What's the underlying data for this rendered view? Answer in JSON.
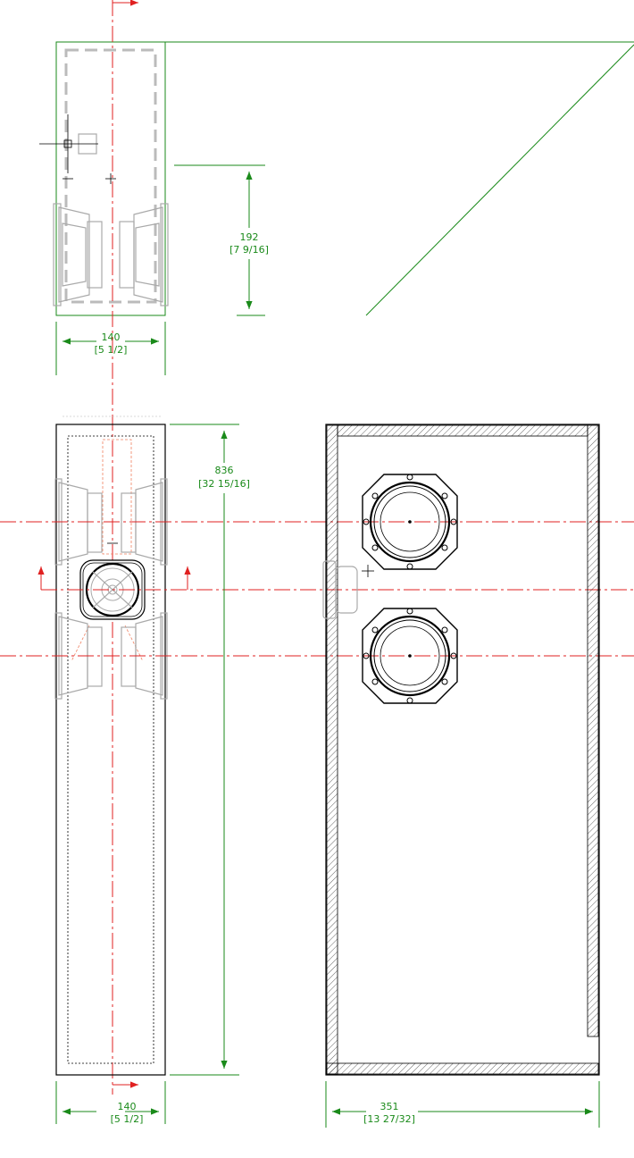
{
  "dimensions": {
    "top_depth": {
      "value": "192",
      "imperial": "[7 9/16]"
    },
    "top_width": {
      "value": "140",
      "imperial": "[5 1/2]"
    },
    "front_height": {
      "value": "836",
      "imperial": "[32 15/16]"
    },
    "front_width": {
      "value": "140",
      "imperial": "[5 1/2]"
    },
    "side_depth": {
      "value": "351",
      "imperial": "[13 27/32]"
    }
  },
  "colors": {
    "dimension": "#1a8a1a",
    "centerline": "#e02020",
    "object": "#000000",
    "hidden": "#aaaaaa"
  }
}
